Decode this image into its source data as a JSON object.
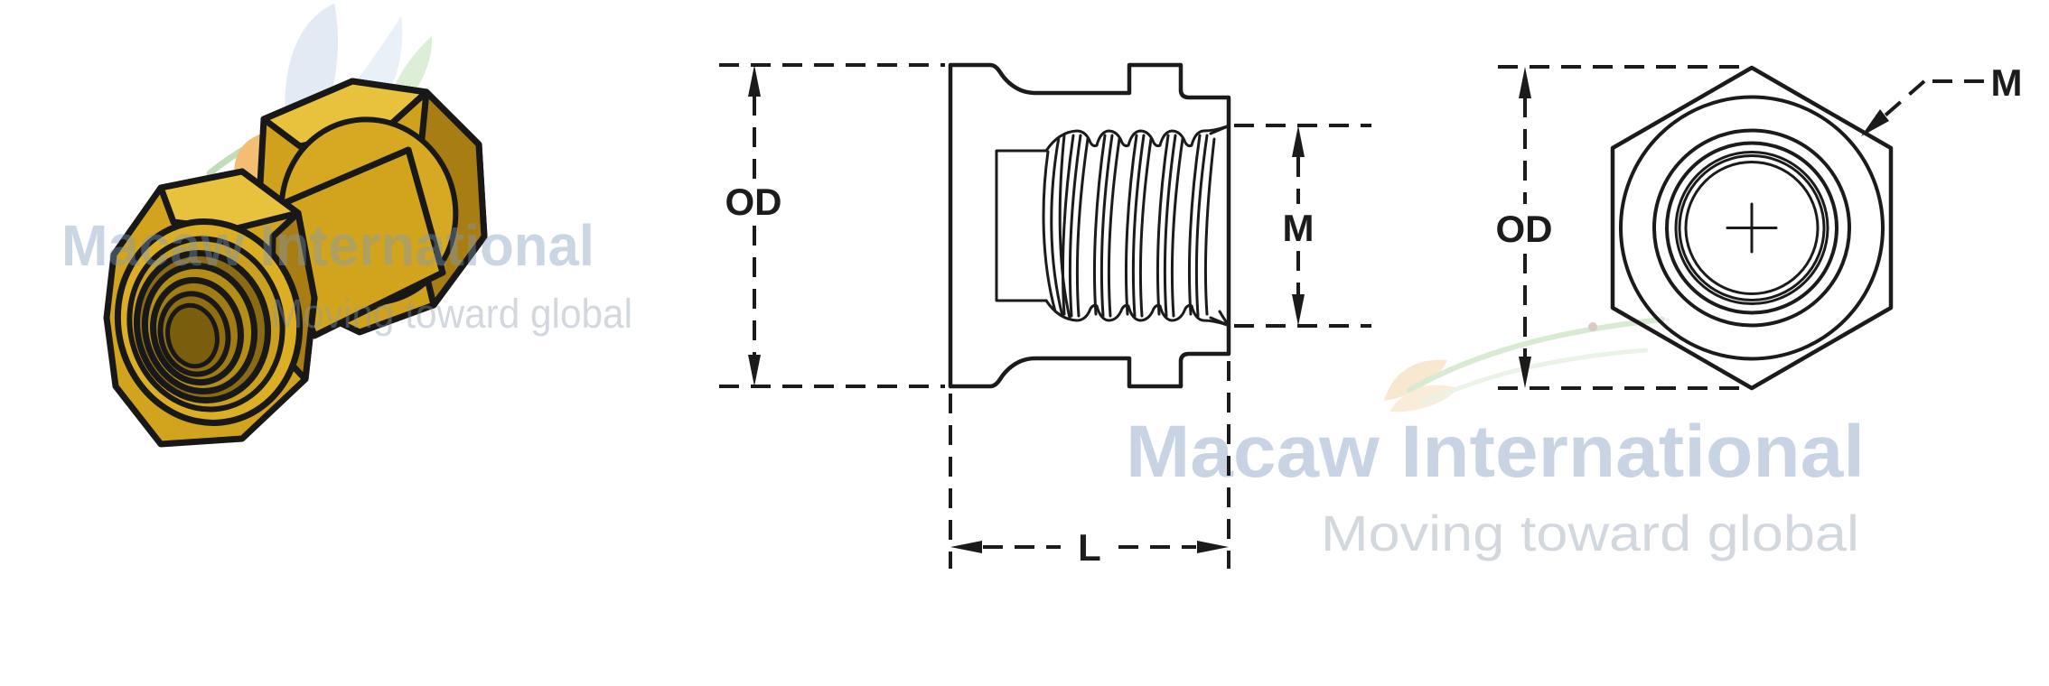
{
  "title": "Brass threaded insert engineering drawing",
  "views": {
    "side": {
      "od_label": "OD",
      "m_label": "M",
      "l_label": "L"
    },
    "front": {
      "od_label": "OD",
      "m_label": "M"
    }
  },
  "watermark": {
    "brand": "Macaw International",
    "tagline": "Moving toward global"
  },
  "colors": {
    "line": "#1b1b1b",
    "brass": "#d2a41e",
    "brass_light": "#e8c13d",
    "brass_dark": "#a87e14",
    "brass_deep": "#8a6a12",
    "watermark_text": "#7d9bbd",
    "watermark_tagline": "#8a9bab",
    "logo_leaf_blue": "#e2eaf4",
    "logo_green": "#c2ddba",
    "logo_orange": "#f4bd74",
    "logo_red": "#b2392c"
  }
}
